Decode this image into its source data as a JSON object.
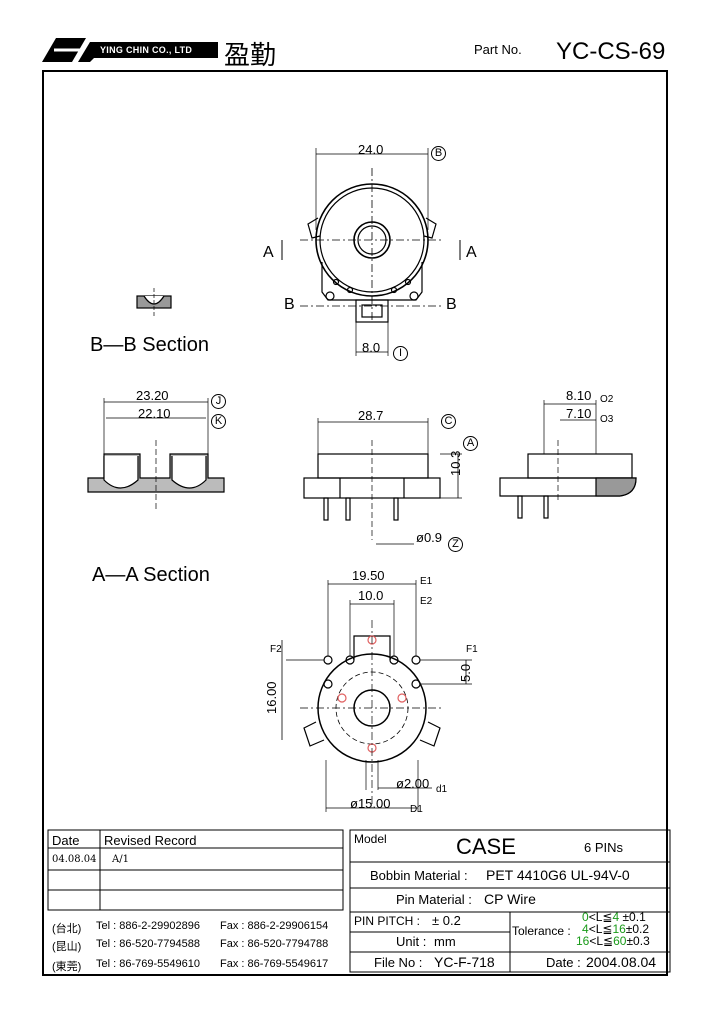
{
  "header": {
    "company_en": "YING CHIN CO., LTD",
    "company_cn": "盈勤",
    "part_no_label": "Part No.",
    "part_no": "YC-CS-69"
  },
  "drawing": {
    "top_view": {
      "dim_width": "24.0",
      "ref_b": "B",
      "dim_pin": "8.0",
      "ref_i": "I",
      "sec_a_left": "A",
      "sec_a_right": "A",
      "sec_b_left": "B",
      "sec_b_right": "B"
    },
    "bb_section": {
      "title": "B—B Section",
      "dim_outer": "23.20",
      "ref_j": "J",
      "dim_inner": "22.10",
      "ref_k": "K"
    },
    "front_view": {
      "dim_width": "28.7",
      "ref_c": "C",
      "dim_height": "10.3",
      "ref_a": "A",
      "dim_pin_dia": "ø0.9",
      "ref_z": "Z"
    },
    "side_view": {
      "dim_1": "8.10",
      "ref_1": "O2",
      "dim_2": "7.10",
      "ref_2": "O3"
    },
    "aa_section": {
      "title": "A—A Section",
      "dim_e1": "19.50",
      "ref_e1": "E1",
      "dim_e2": "10.0",
      "ref_e2": "E2",
      "dim_f1": "5.0",
      "ref_f1": "F1",
      "dim_f2": "16.00",
      "ref_f2": "F2",
      "dim_d1": "ø2.00",
      "ref_d1": "d1",
      "dim_d": "ø15.00",
      "ref_d": "D1"
    }
  },
  "revision": {
    "col_date": "Date",
    "col_record": "Revised Record",
    "rows": [
      {
        "date": "04.08.04",
        "record": "A/1"
      }
    ]
  },
  "contacts": [
    {
      "loc": "(台北)",
      "tel": "Tel : 886-2-29902896",
      "fax": "Fax : 886-2-29906154"
    },
    {
      "loc": "(昆山)",
      "tel": "Tel : 86-520-7794588",
      "fax": "Fax : 86-520-7794788"
    },
    {
      "loc": "(東莞)",
      "tel": "Tel : 86-769-5549610",
      "fax": "Fax : 86-769-5549617"
    }
  ],
  "title_block": {
    "model_label": "Model",
    "model": "CASE",
    "pins": "6 PINs",
    "bobbin_label": "Bobbin Material :",
    "bobbin": "PET 4410G6 UL-94V-0",
    "pin_mat_label": "Pin Material :",
    "pin_mat": "CP Wire",
    "pitch_label": "PIN PITCH :",
    "pitch": "± 0.2",
    "unit_label": "Unit :",
    "unit": "mm",
    "tolerance_label": "Tolerance :",
    "tol_rows": [
      {
        "lo": "0",
        "mid": "<L≦",
        "hi": "4",
        "tol": "±0.1"
      },
      {
        "lo": "4",
        "mid": "<L≦",
        "hi": "16",
        "tol": "±0.2"
      },
      {
        "lo": "16",
        "mid": "<L≦",
        "hi": "60",
        "tol": "±0.3"
      }
    ],
    "file_label": "File No :",
    "file": "YC-F-718",
    "date_label": "Date :",
    "date": "2004.08.04"
  }
}
